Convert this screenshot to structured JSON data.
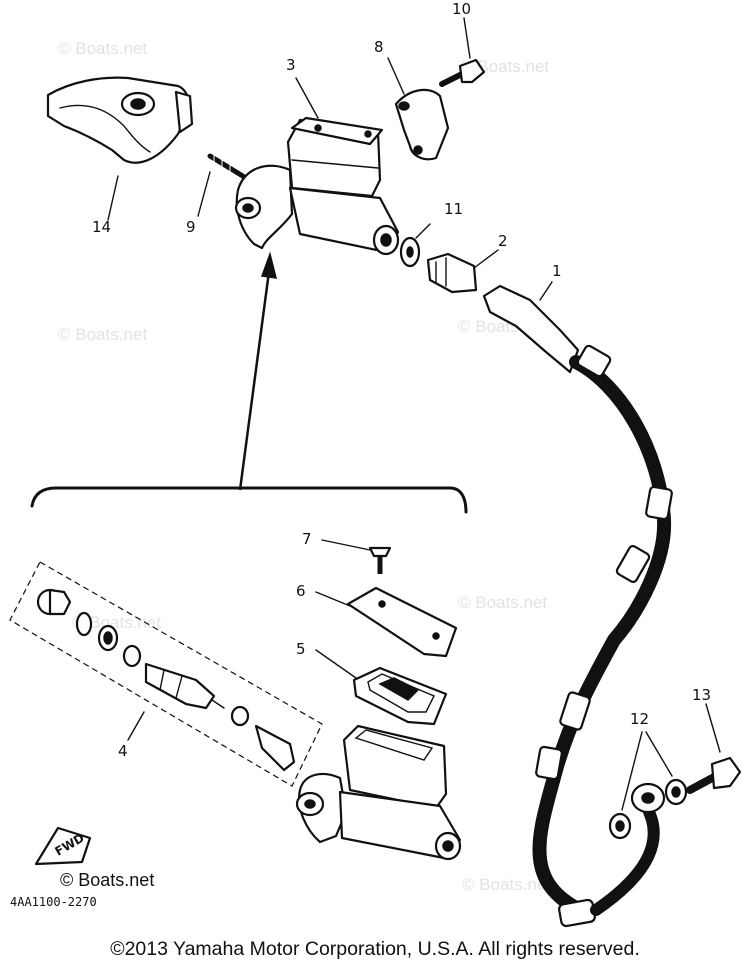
{
  "watermark": "© Boats.net",
  "callouts": {
    "p1": "1",
    "p2": "2",
    "p3": "3",
    "p4": "4",
    "p5": "5",
    "p6": "6",
    "p7": "7",
    "p8": "8",
    "p9": "9",
    "p10": "10",
    "p11": "11",
    "p12": "12",
    "p13": "13",
    "p14": "14"
  },
  "fwd_label": "FWD",
  "boats_label": "© Boats.net",
  "diagram_code": "4AA1100-2270",
  "copyright": "©2013 Yamaha Motor Corporation, U.S.A. All rights reserved."
}
